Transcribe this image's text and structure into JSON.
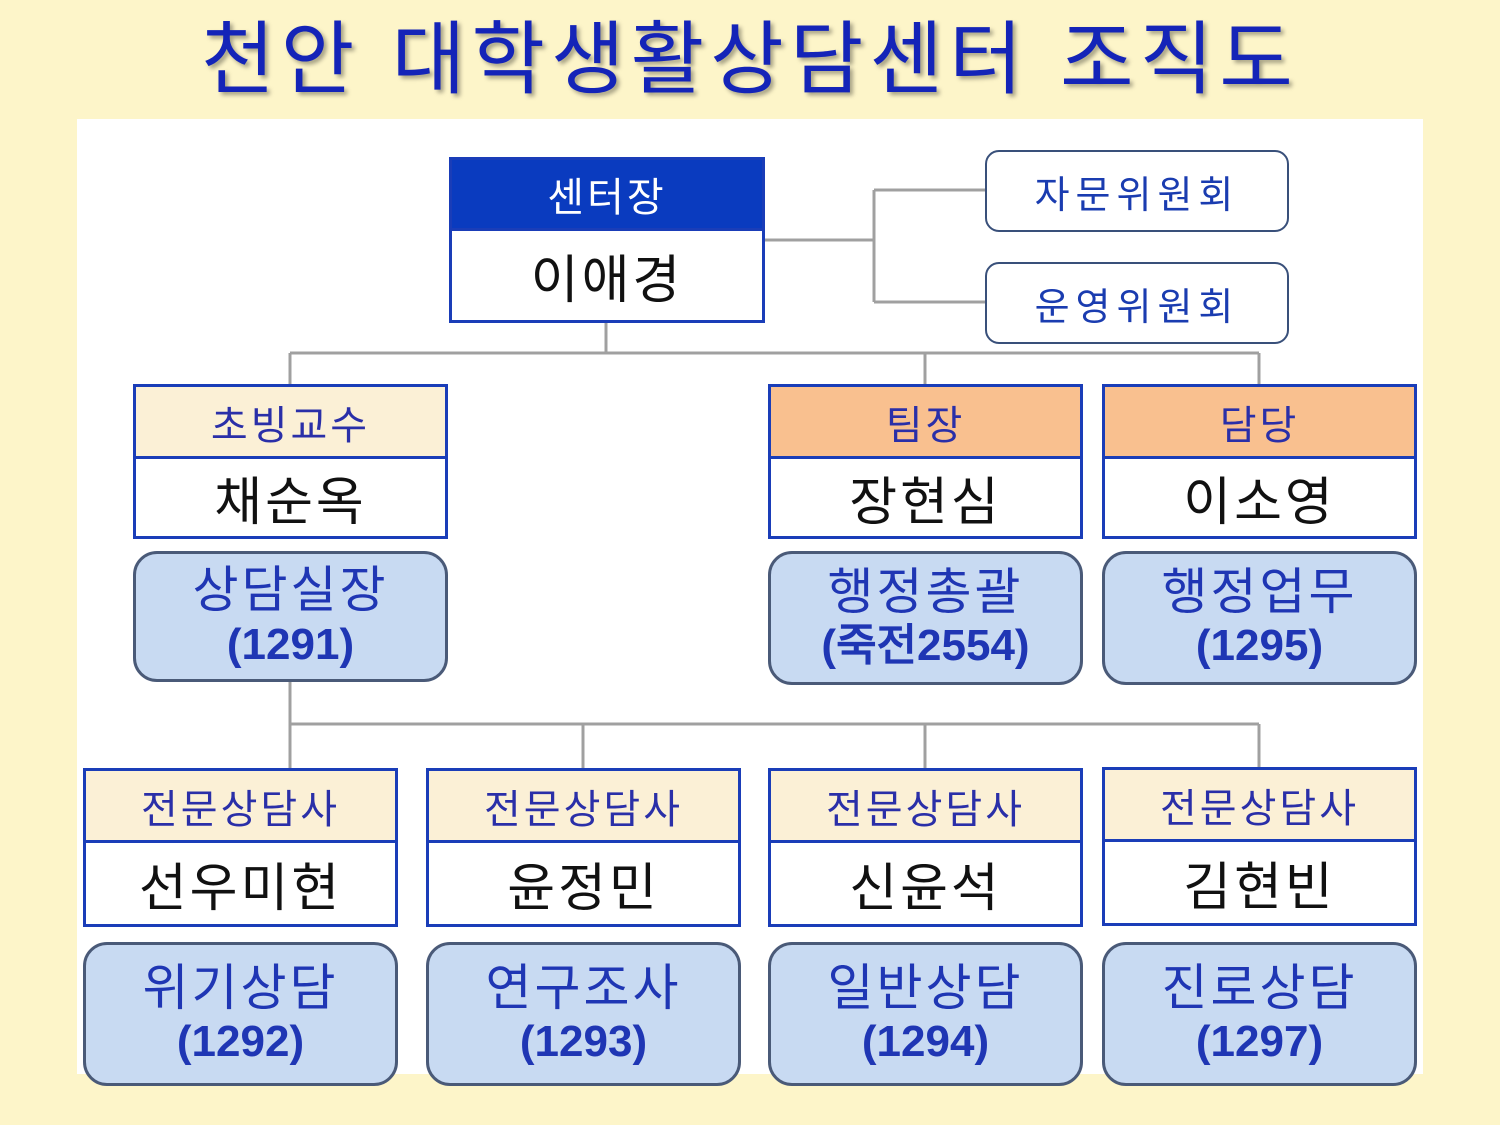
{
  "title": "천안 대학생활상담센터 조직도",
  "director": {
    "role": "센터장",
    "name": "이애경"
  },
  "committees": [
    "자문위원회",
    "운영위원회"
  ],
  "row1": [
    {
      "role": "초빙교수",
      "name": "채순옥",
      "duty": "상담실장",
      "ext": "(1291)"
    },
    {
      "role": "팀장",
      "name": "장현심",
      "duty": "행정총괄",
      "ext": "(죽전2554)"
    },
    {
      "role": "담당",
      "name": "이소영",
      "duty": "행정업무",
      "ext": "(1295)"
    }
  ],
  "counselors": [
    {
      "role": "전문상담사",
      "name": "선우미현",
      "duty": "위기상담",
      "ext": "(1292)"
    },
    {
      "role": "전문상담사",
      "name": "윤정민",
      "duty": "연구조사",
      "ext": "(1293)"
    },
    {
      "role": "전문상담사",
      "name": "신윤석",
      "duty": "일반상담",
      "ext": "(1294)"
    },
    {
      "role": "전문상담사",
      "name": "김현빈",
      "duty": "진로상담",
      "ext": "(1297)"
    }
  ],
  "colors": {
    "background": "#fdf5c9",
    "title": "#1424b8",
    "box_border": "#1a3db8",
    "director_header": "#0a3bbf",
    "staff_header": "#f9c08f",
    "role_header": "#fbf0d6",
    "duty_fill": "#c8daf2",
    "connector": "#a0a0a0"
  }
}
